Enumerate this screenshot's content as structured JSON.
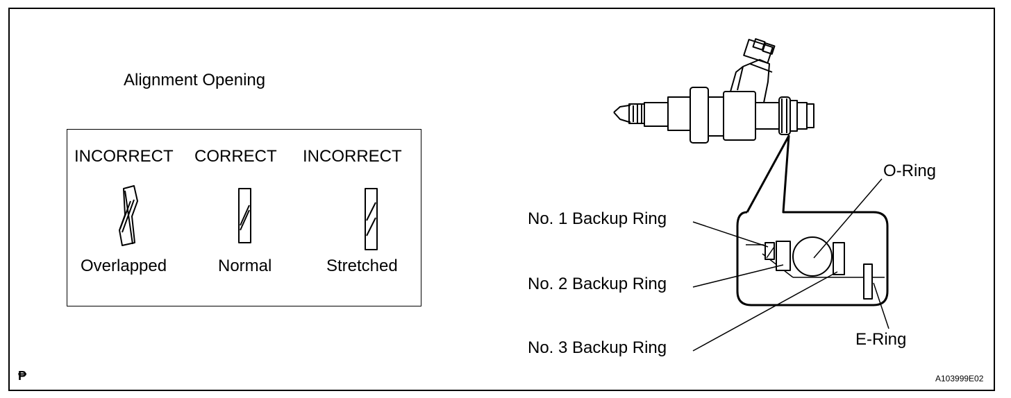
{
  "alignment": {
    "title": "Alignment Opening",
    "columns": [
      {
        "heading": "INCORRECT",
        "caption": "Overlapped"
      },
      {
        "heading": "CORRECT",
        "caption": "Normal"
      },
      {
        "heading": "INCORRECT",
        "caption": "Stretched"
      }
    ]
  },
  "injector": {
    "labels": {
      "oring": "O-Ring",
      "backup1": "No. 1 Backup Ring",
      "backup2": "No. 2 Backup Ring",
      "backup3": "No. 3 Backup Ring",
      "ering": "E-Ring"
    }
  },
  "figure_id": "A103999E02",
  "corner_icon": "pencil-flag-icon"
}
